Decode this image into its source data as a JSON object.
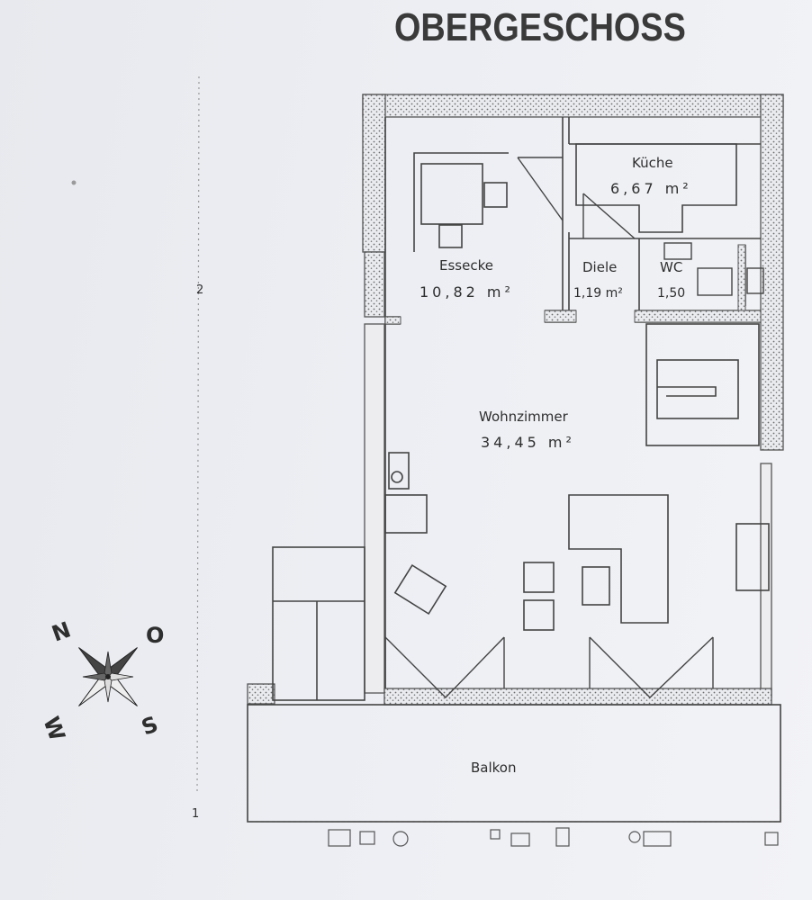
{
  "title": "OBERGESCHOSS",
  "rooms": {
    "kueche": {
      "name": "Küche",
      "area": "6,67 m²"
    },
    "essecke": {
      "name": "Essecke",
      "area": "10,82 m²"
    },
    "diele": {
      "name": "Diele",
      "area": "1,19 m²"
    },
    "wc": {
      "name": "WC",
      "area": "1,50"
    },
    "wohnzimmer": {
      "name": "Wohnzimmer",
      "area": "34,45 m²"
    },
    "balkon": {
      "name": "Balkon"
    }
  },
  "compass": {
    "north": "N",
    "east": "O",
    "south": "S",
    "west": "W"
  },
  "margin_marks": {
    "left_top": "2",
    "left_bottom": "1"
  },
  "colors": {
    "ink": "#3a3a3a",
    "paper": "#eceef3"
  }
}
